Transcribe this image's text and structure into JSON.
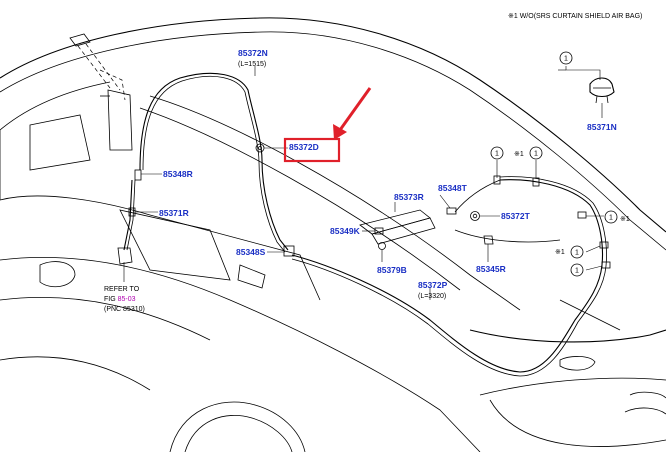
{
  "note": "※1 W/O(SRS CURTAIN SHIELD AIR BAG)",
  "parts": {
    "p85372N": "85372N",
    "p85372N_len": "(L=1515)",
    "p85372D": "85372D",
    "p85348R": "85348R",
    "p85371R": "85371R",
    "p85348S": "85348S",
    "p85373R": "85373R",
    "p85349K": "85349K",
    "p85379B": "85379B",
    "p85348T": "85348T",
    "p85372T": "85372T",
    "p85345R": "85345R",
    "p85372P": "85372P",
    "p85372P_len": "(L=3320)",
    "p85371N": "85371N"
  },
  "refer": {
    "line1": "REFER TO",
    "line2_prefix": "FIG ",
    "line2_fig": "85-03",
    "line3": "(PNC 85310)"
  },
  "callouts": {
    "c1": "1",
    "star1": "※1"
  },
  "highlight_color": "#e0202a",
  "label_color": "#1a2fc4"
}
